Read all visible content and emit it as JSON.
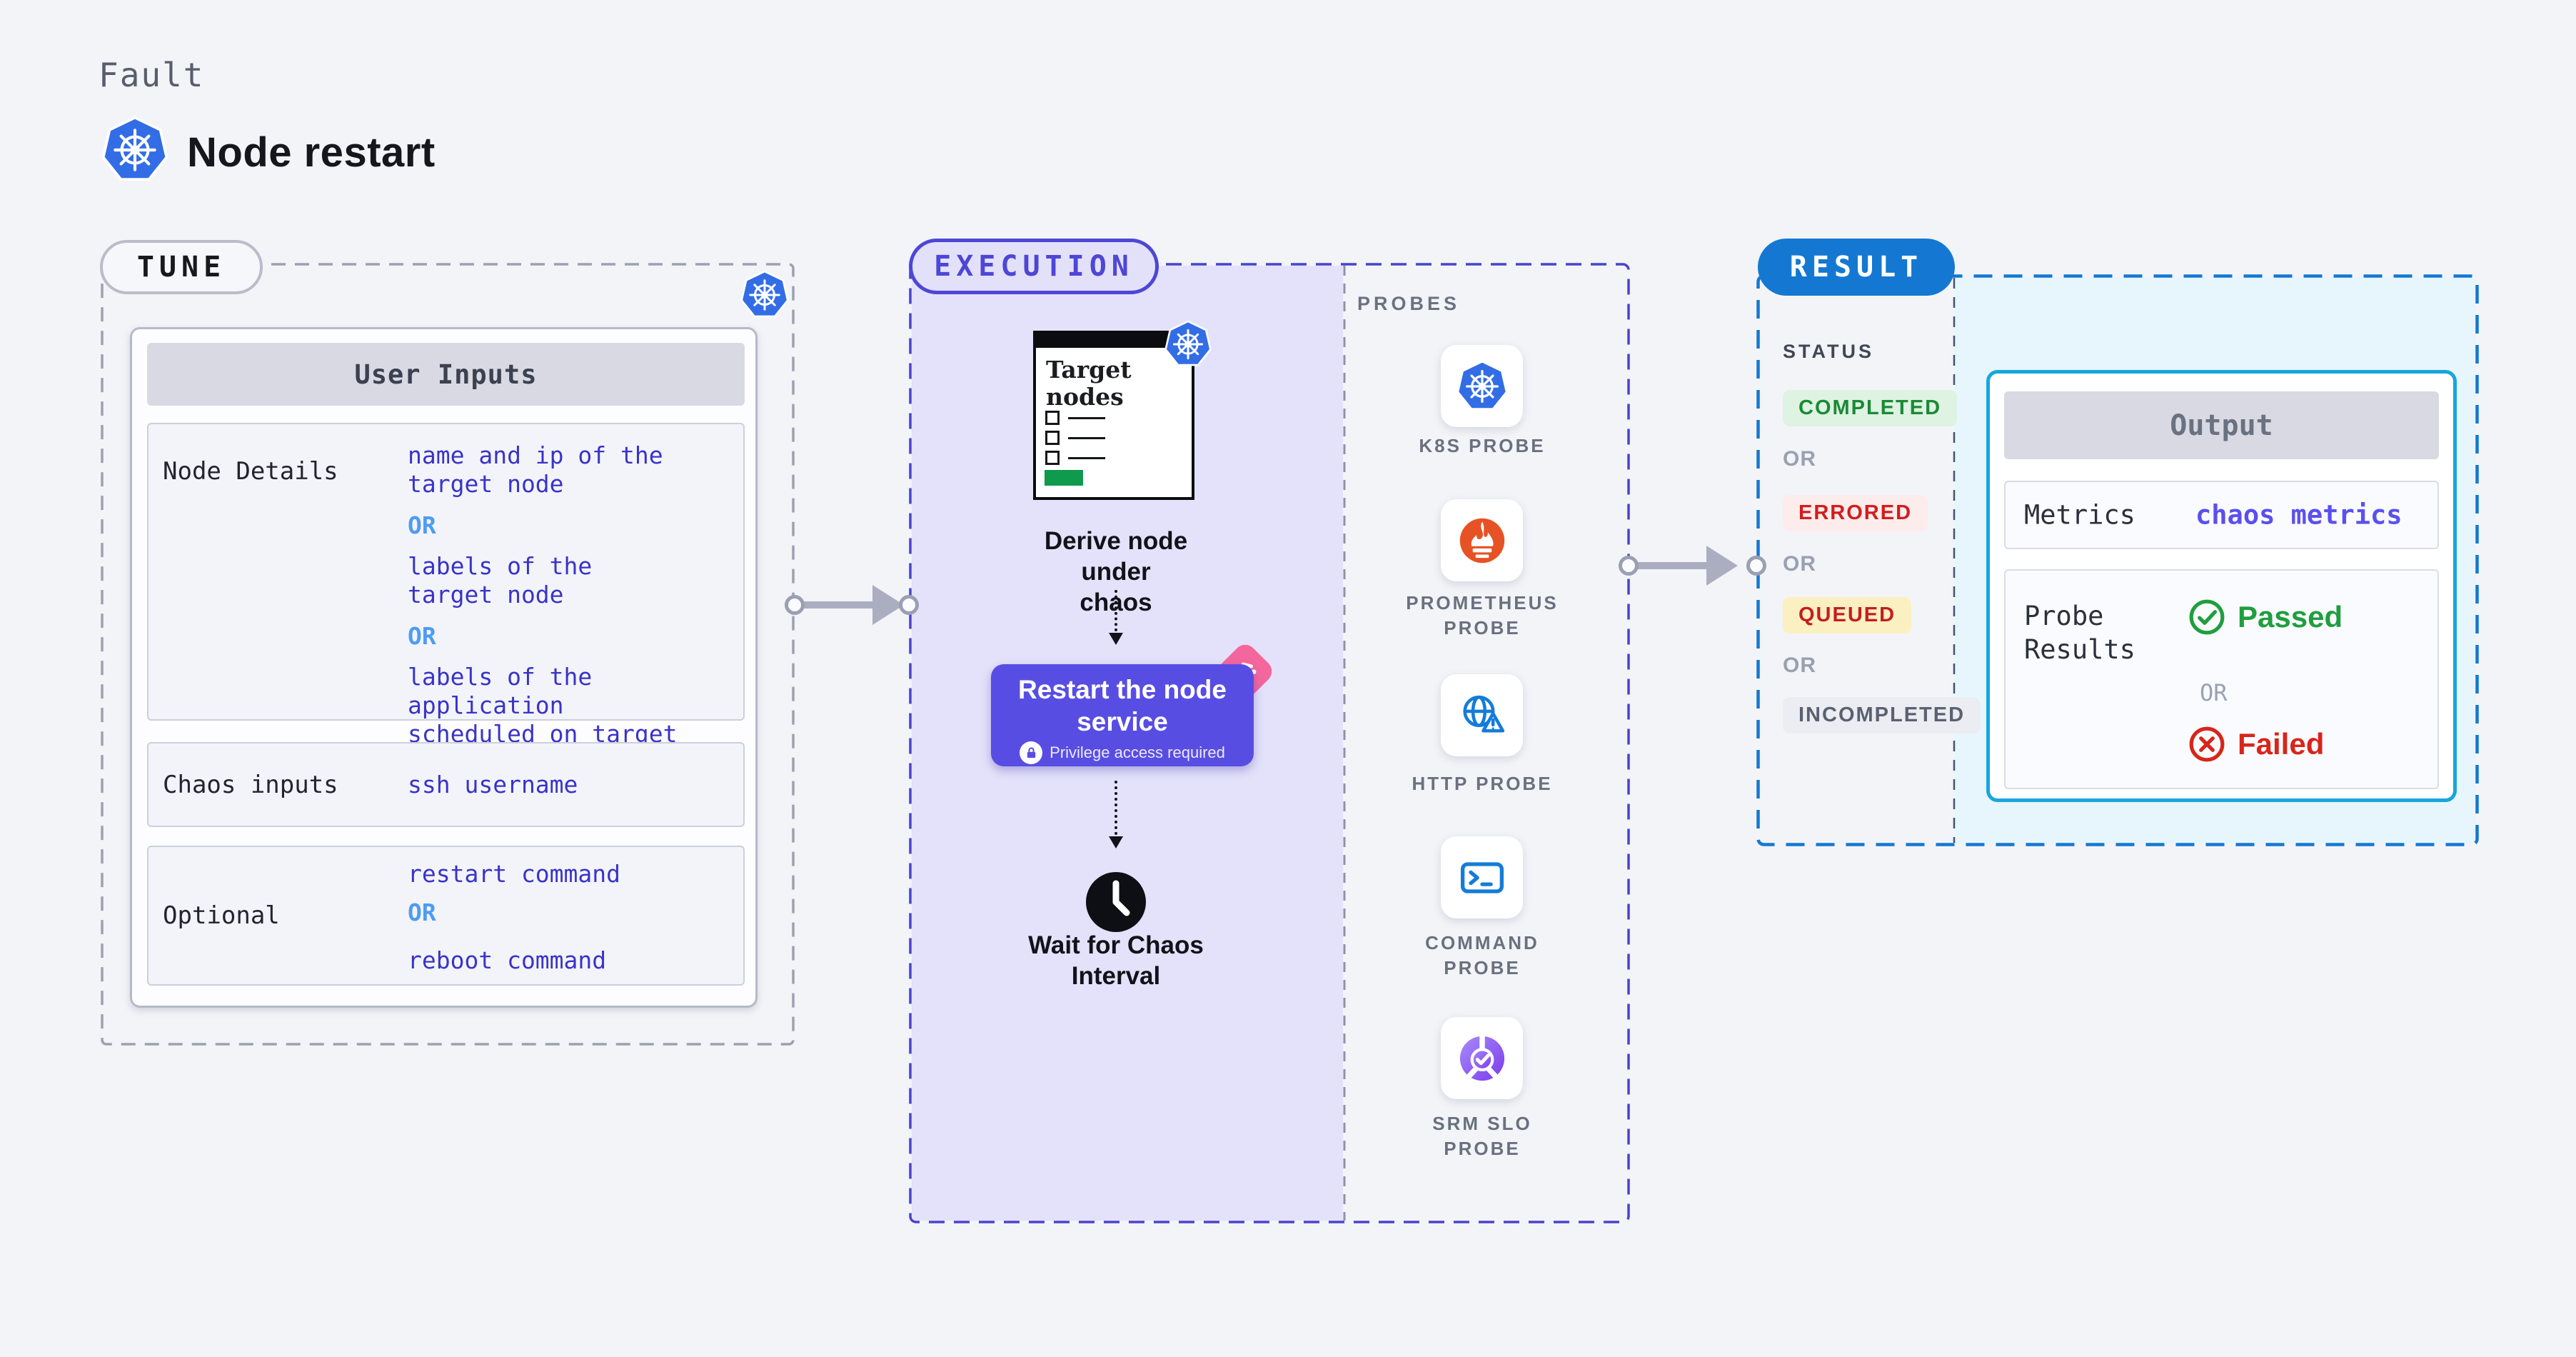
{
  "header": {
    "kicker": "Fault",
    "title": "Node restart"
  },
  "tune": {
    "badge": "TUNE",
    "card_header": "User Inputs",
    "rows": [
      {
        "label": "Node Details",
        "values": [
          "name and ip of the\ntarget node",
          "OR",
          "labels of the\ntarget node",
          "OR",
          "labels of the application\n scheduled on target node"
        ]
      },
      {
        "label": "Chaos inputs",
        "values": [
          "ssh username"
        ]
      },
      {
        "label": "Optional",
        "values": [
          "restart command",
          "OR",
          "reboot command"
        ]
      }
    ]
  },
  "execution": {
    "badge": "EXECUTION",
    "illustration_title": "Target\nnodes",
    "step1_caption": "Derive node under\nchaos",
    "button": {
      "label": "Restart the node\nservice",
      "sub": "Privilege access required"
    },
    "step3_caption": "Wait for Chaos\nInterval"
  },
  "probes": {
    "header": "PROBES",
    "items": [
      {
        "label": "K8S PROBE",
        "icon": "kubernetes-icon"
      },
      {
        "label": "PROMETHEUS\nPROBE",
        "icon": "prometheus-icon"
      },
      {
        "label": "HTTP PROBE",
        "icon": "globe-warning-icon"
      },
      {
        "label": "COMMAND\nPROBE",
        "icon": "terminal-icon"
      },
      {
        "label": "SRM SLO\nPROBE",
        "icon": "slo-gauge-icon"
      }
    ]
  },
  "result": {
    "badge": "RESULT",
    "status_label": "STATUS",
    "or": "OR",
    "status_badges": [
      {
        "label": "COMPLETED",
        "state": "completed"
      },
      {
        "label": "ERRORED",
        "state": "errored"
      },
      {
        "label": "QUEUED",
        "state": "queued"
      },
      {
        "label": "INCOMPLETED",
        "state": "incompleted"
      }
    ],
    "output": {
      "header": "Output",
      "metrics_label": "Metrics",
      "metrics_value": "chaos metrics",
      "probe_results_label": "Probe\nResults",
      "passed": "Passed",
      "failed": "Failed"
    }
  },
  "colors": {
    "kubernetes_blue": "#326de6",
    "indigo_accent": "#4e46d6",
    "button_indigo": "#584de3",
    "chaos_pink": "#f4679d",
    "prometheus_orange": "#e75225",
    "probe_icon_blue": "#147cd8",
    "slo_purple": "#7c3aed",
    "result_blue": "#1478d2",
    "output_cyan": "#19a5dd",
    "passed_green": "#1f9e3e",
    "failed_red": "#d8251b",
    "completed_green": "#1b8a35",
    "errored_red": "#d21d1d",
    "queued_amber_bg": "#fbf0c2",
    "value_indigo": "#3a33c8",
    "or_blue": "#4e9cf2",
    "arrow_grey": "#abaec1",
    "target_green": "#0f9a4d"
  }
}
